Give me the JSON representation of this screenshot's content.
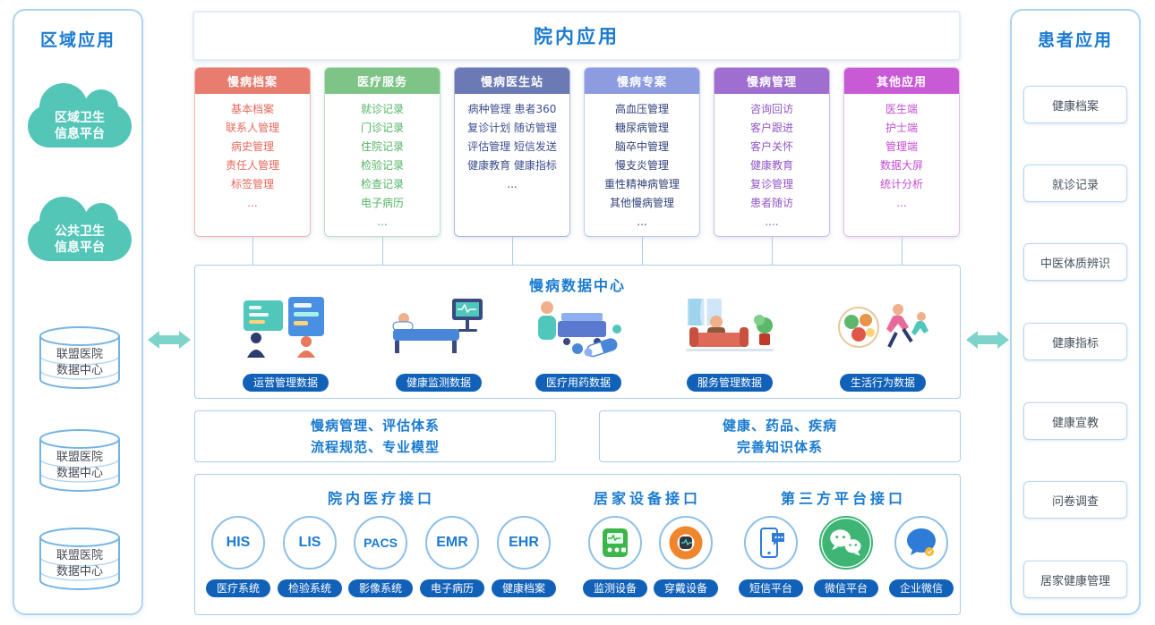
{
  "colors": {
    "title_blue": "#1b7bd0",
    "pill_blue": "#1261b8",
    "teal": "#53c6b8",
    "panel_border": "#aed5f0"
  },
  "left_panel": {
    "title": "区域应用",
    "clouds": [
      {
        "label": "区域卫生\n信息平台"
      },
      {
        "label": "公共卫生\n信息平台"
      }
    ],
    "databases": [
      {
        "label": "联盟医院\n数据中心"
      },
      {
        "label": "联盟医院\n数据中心"
      },
      {
        "label": "联盟医院\n数据中心"
      }
    ]
  },
  "center": {
    "title": "院内应用",
    "cards": [
      {
        "title": "慢病档案",
        "header_color": "#e87c6e",
        "text_color": "#e4695b",
        "border_color": "#f2b6ae",
        "items": [
          "基本档案",
          "联系人管理",
          "病史管理",
          "责任人管理",
          "标签管理",
          "..."
        ]
      },
      {
        "title": "医疗服务",
        "header_color": "#7ec487",
        "text_color": "#53b463",
        "border_color": "#bce2c0",
        "items": [
          "就诊记录",
          "门诊记录",
          "住院记录",
          "检验记录",
          "检查记录",
          "电子病历",
          "..."
        ]
      },
      {
        "title": "慢病医生站",
        "header_color": "#6b7ab5",
        "text_color": "#3e4f8e",
        "border_color": "#adb7da",
        "items": [
          "病种管理 患者360",
          "复诊计划 随访管理",
          "评估管理 短信发送",
          "健康教育 健康指标",
          "..."
        ]
      },
      {
        "title": "慢病专案",
        "header_color": "#8d9be0",
        "text_color": "#32427a",
        "border_color": "#c0c9ee",
        "items": [
          "高血压管理",
          "糖尿病管理",
          "脑卒中管理",
          "慢支炎管理",
          "重性精神病管理",
          "其他慢病管理",
          "..."
        ]
      },
      {
        "title": "慢病管理",
        "header_color": "#9e6fd0",
        "text_color": "#9257c6",
        "border_color": "#d2b9ea",
        "items": [
          "咨询回访",
          "客户跟进",
          "客户关怀",
          "健康教育",
          "复诊管理",
          "患者随访",
          "...."
        ]
      },
      {
        "title": "其他应用",
        "header_color": "#c95ad6",
        "text_color": "#c44ed2",
        "border_color": "#e7b9ee",
        "items": [
          "医生端",
          "护士端",
          "管理端",
          "数据大屏",
          "统计分析",
          "..."
        ]
      }
    ],
    "data_center": {
      "title": "慢病数据中心",
      "items": [
        {
          "icon": "operation-data-illustration",
          "label": "运营管理数据"
        },
        {
          "icon": "health-monitor-illustration",
          "label": "健康监测数据"
        },
        {
          "icon": "medication-illustration",
          "label": "医疗用药数据"
        },
        {
          "icon": "service-management-illustration",
          "label": "服务管理数据"
        },
        {
          "icon": "lifestyle-illustration",
          "label": "生活行为数据"
        }
      ]
    },
    "knowledge_boxes": [
      {
        "line1": "慢病管理、评估体系",
        "line2": "流程规范、专业模型"
      },
      {
        "line1": "健康、药品、疾病",
        "line2": "完善知识体系"
      }
    ],
    "interfaces": {
      "hospital": {
        "title": "院内医疗接口",
        "items": [
          {
            "abbr": "HIS",
            "label": "医疗系统"
          },
          {
            "abbr": "LIS",
            "label": "检验系统"
          },
          {
            "abbr": "PACS",
            "label": "影像系统"
          },
          {
            "abbr": "EMR",
            "label": "电子病历"
          },
          {
            "abbr": "EHR",
            "label": "健康档案"
          }
        ]
      },
      "home": {
        "title": "居家设备接口",
        "items": [
          {
            "icon": "monitor-device-icon",
            "label": "监测设备"
          },
          {
            "icon": "wearable-device-icon",
            "label": "穿戴设备"
          }
        ]
      },
      "third_party": {
        "title": "第三方平台接口",
        "items": [
          {
            "icon": "sms-platform-icon",
            "label": "短信平台"
          },
          {
            "icon": "wechat-icon",
            "label": "微信平台"
          },
          {
            "icon": "wecom-icon",
            "label": "企业微信"
          }
        ]
      }
    }
  },
  "right_panel": {
    "title": "患者应用",
    "items": [
      {
        "label": "健康档案"
      },
      {
        "label": "就诊记录"
      },
      {
        "label": "中医体质辨识"
      },
      {
        "label": "健康指标"
      },
      {
        "label": "健康宣教"
      },
      {
        "label": "问卷调查"
      },
      {
        "label": "居家健康管理"
      }
    ]
  }
}
